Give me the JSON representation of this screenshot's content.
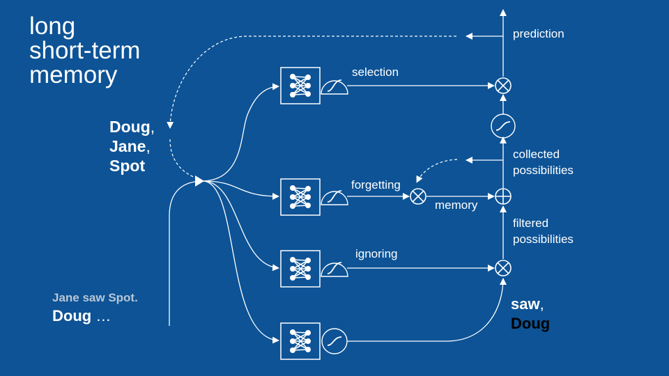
{
  "title": {
    "line1": "long",
    "line2": "short-term",
    "line3": "memory"
  },
  "candidates": {
    "line1": "Doug",
    "line2": "Jane",
    "line3": "Spot",
    "sep": ","
  },
  "input_sentence": {
    "context": "Jane saw Spot.",
    "current": "Doug",
    "ellipsis": " …"
  },
  "output_words": {
    "word1": "saw",
    "word2": "Doug",
    "sep": ","
  },
  "gate_labels": {
    "selection": "selection",
    "forgetting": "forgetting",
    "ignoring": "ignoring"
  },
  "flow_labels": {
    "prediction": "prediction",
    "collected_line1": "collected",
    "collected_line2": "possibilities",
    "memory": "memory",
    "filtered_line1": "filtered",
    "filtered_line2": "possibilities"
  },
  "colors": {
    "background": "#0d5396",
    "foreground": "#ffffff",
    "muted_text": "#b9c6d4",
    "dark_text": "#000000"
  },
  "icons": {
    "network": "neural-net-icon",
    "squash": "sigmoid-icon",
    "multiply": "multiply-circle-icon",
    "add": "plus-circle-icon"
  }
}
